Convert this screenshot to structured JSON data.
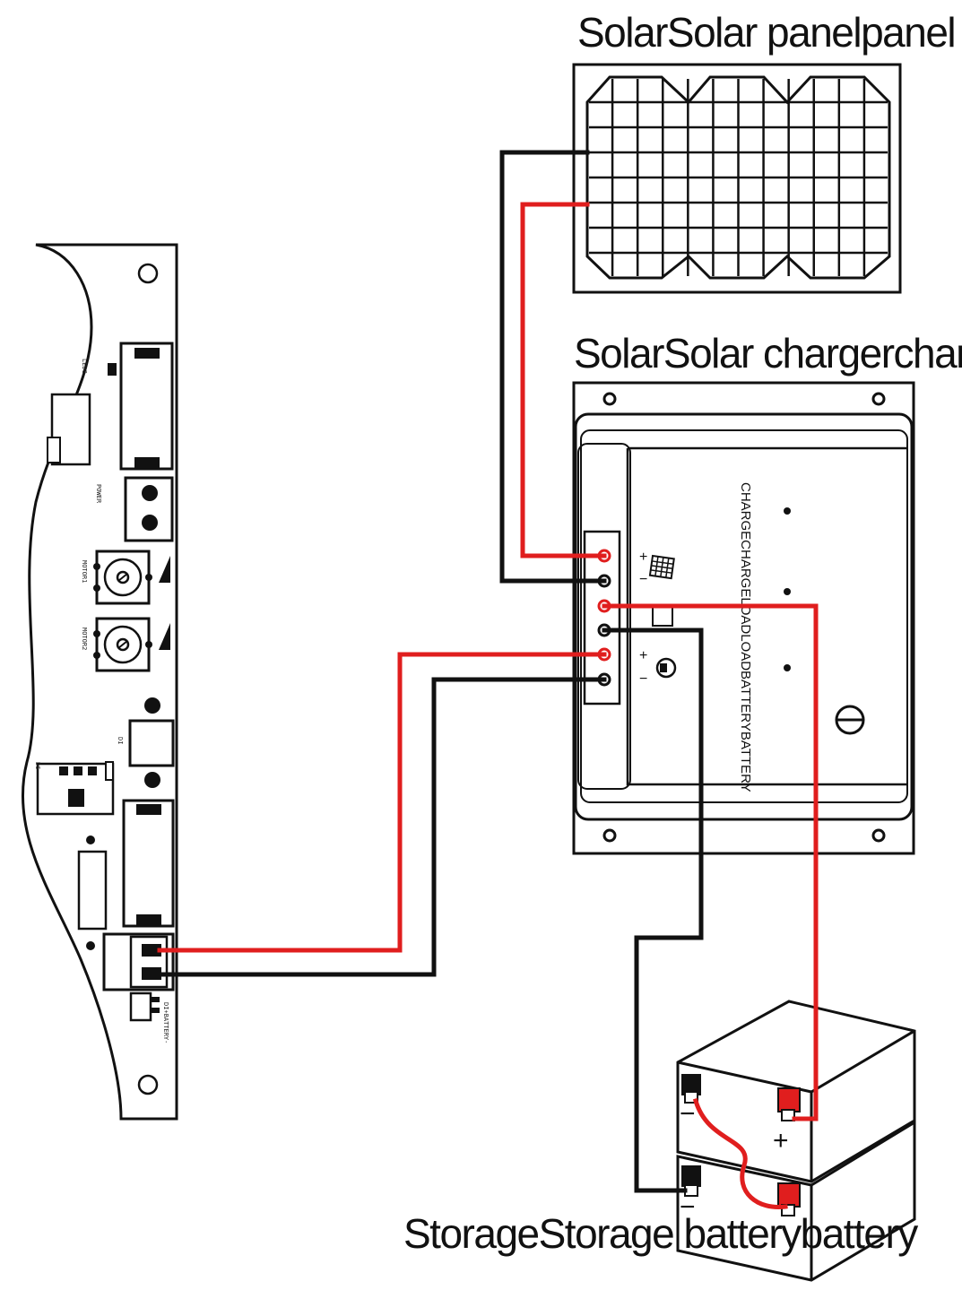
{
  "labels": {
    "solar_panel": "SolarSolar panelpanel",
    "solar_charger": "SolarSolar chargerchar",
    "storage_battery": "StorageStorage batterybattery",
    "charger_terminals": "CHARGECHARGELOADLOADBATTERYBATTERY"
  },
  "board": {
    "silkscreen": [
      "LED8",
      "POWER",
      "MOTOR1",
      "MOTOR2",
      "DI",
      "D6",
      "DI+BATTERY-"
    ]
  },
  "symbols": {
    "plus": "+",
    "minus": "−"
  },
  "colors": {
    "positive_wire": "#e01e1e",
    "negative_wire": "#111111",
    "outline": "#111111",
    "terminal_red": "#e01e1e"
  }
}
